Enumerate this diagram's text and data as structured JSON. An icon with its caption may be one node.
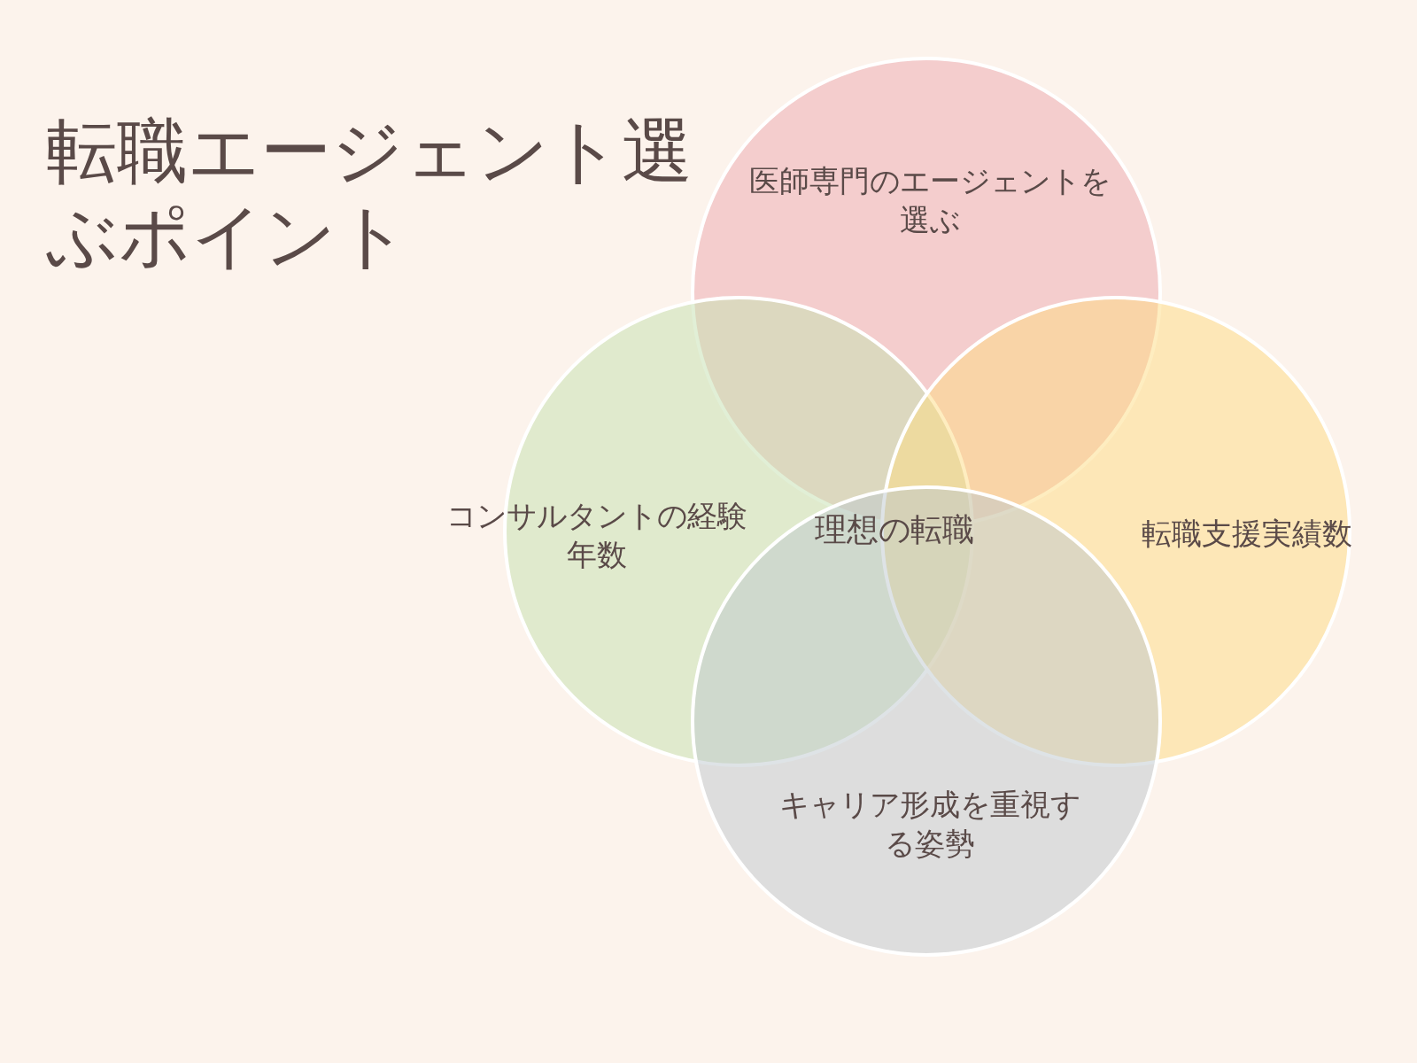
{
  "diagram": {
    "title": "転職エージェント選ぶポイント",
    "nodes": [
      {
        "text": [
          "医師専門のエージェントを選ぶ"
        ]
      },
      {
        "text": [
          "コンサルタントの経験年数"
        ]
      },
      {
        "text": [
          "転職支援実績数"
        ]
      },
      {
        "text": [
          "キャリア形成を重視する姿勢"
        ]
      }
    ],
    "edges": [],
    "labels": [
      "理想の転職"
    ]
  }
}
